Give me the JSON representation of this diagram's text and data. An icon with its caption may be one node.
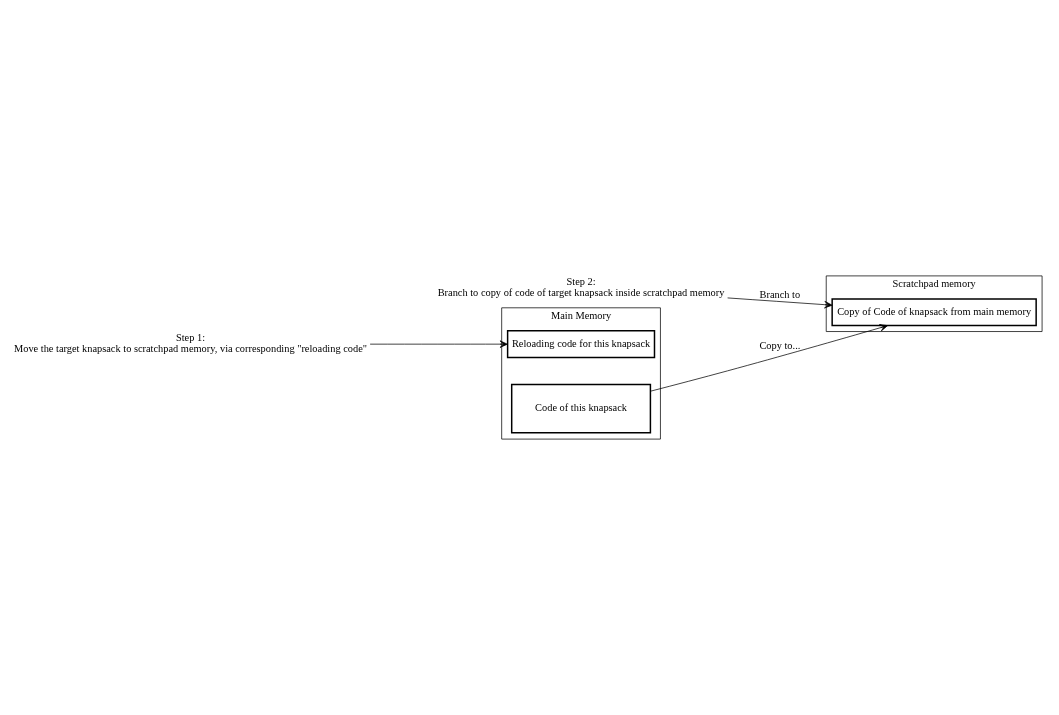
{
  "diagram": {
    "nodes": [
      {
        "text": [
          "Main Memory"
        ]
      },
      {
        "text": [
          "Reloading code for this knapsack"
        ],
        "in": 0
      },
      {
        "text": [
          "Code of this knapsack"
        ],
        "in": 0
      },
      {
        "text": [
          "Scratchpad memory"
        ]
      },
      {
        "text": [
          "Copy of Code of knapsack from main memory"
        ],
        "in": 3
      },
      {
        "text": [
          "Step 1:",
          "Move the target knapsack to scratchpad memory, via corresponding \"reloading code\""
        ]
      },
      {
        "text": [
          "Step 2:",
          "Branch to copy of code of target knapsack inside scratchpad memory"
        ]
      }
    ],
    "edges": [
      {
        "from": 5,
        "to": 1,
        "arrow": "to"
      },
      {
        "from": 2,
        "to": 4,
        "arrow": "to",
        "label": "Copy to..."
      },
      {
        "from": 6,
        "to": 4,
        "arrow": "to",
        "label": "Branch to"
      }
    ]
  }
}
